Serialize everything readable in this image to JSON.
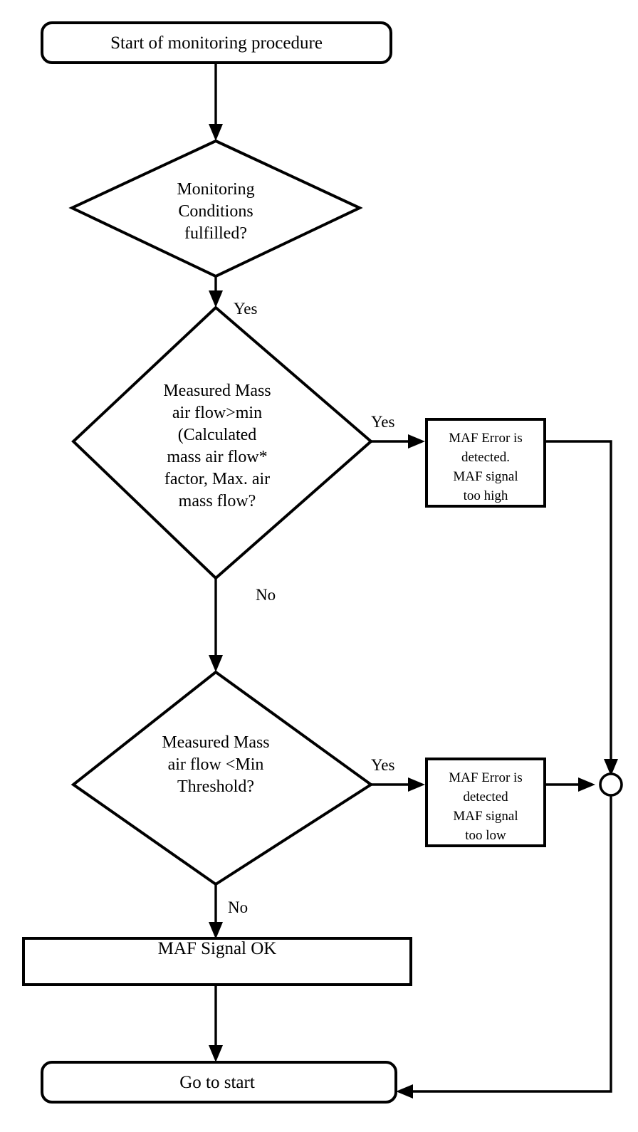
{
  "diagram": {
    "type": "flowchart",
    "title": "MAF sensor monitoring procedure",
    "background_color": "#ffffff",
    "line_color": "#000000"
  },
  "nodes": {
    "start": {
      "shape": "rounded-rectangle",
      "label": "Start of monitoring procedure"
    },
    "decision_conditions": {
      "shape": "diamond",
      "lines": [
        "Monitoring",
        "Conditions",
        "fulfilled?"
      ]
    },
    "decision_max": {
      "shape": "diamond",
      "lines": [
        "Measured Mass",
        "air flow>min",
        "(Calculated",
        "mass air flow*",
        "factor, Max. air",
        "mass flow?"
      ]
    },
    "error_high": {
      "shape": "rectangle",
      "lines": [
        "MAF Error is",
        "detected.",
        "MAF signal",
        "too high"
      ]
    },
    "decision_min": {
      "shape": "diamond",
      "lines": [
        "Measured Mass",
        "air flow <Min",
        "Threshold?"
      ]
    },
    "error_low": {
      "shape": "rectangle",
      "lines": [
        "MAF Error is",
        "detected",
        "MAF signal",
        "too low"
      ]
    },
    "signal_ok": {
      "shape": "rectangle",
      "label": "MAF Signal OK"
    },
    "go_to_start": {
      "shape": "rounded-rectangle",
      "label": "Go to start"
    },
    "merge_junction": {
      "shape": "circle",
      "label": ""
    }
  },
  "edge_labels": {
    "conditions_yes": "Yes",
    "max_yes": "Yes",
    "max_no": "No",
    "min_yes": "Yes",
    "min_no": "No"
  }
}
